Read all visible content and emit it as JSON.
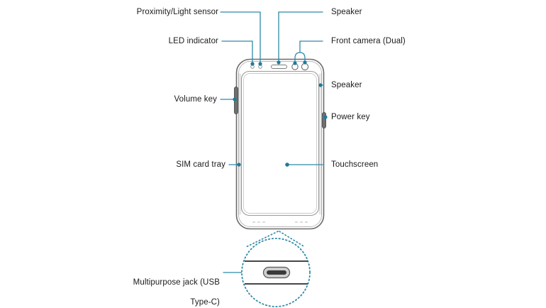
{
  "diagram": {
    "title": "Samsung Galaxy front view device layout diagram",
    "device": "smartphone-front-view",
    "colors": {
      "callout_line": "#2e8aa8",
      "callout_dot": "#1f7a9c",
      "label_text": "#1b1b1b",
      "device_outline": "#6b6b6b",
      "device_inner_frame": "#9a9a9a",
      "screen_fill": "#ffffff",
      "key_fill": "#6f6f6f",
      "port_fill": "#3a3a3a",
      "magnifier_dots": "#2e8aa8",
      "background": "#ffffff"
    },
    "labels": {
      "proximity_light_sensor": "Proximity/Light sensor",
      "led_indicator": "LED indicator",
      "speaker_top": "Speaker",
      "front_camera": "Front camera (Dual)",
      "volume_key": "Volume key",
      "speaker_right": "Speaker",
      "power_key": "Power key",
      "sim_card_tray": "SIM card tray",
      "touchscreen": "Touchscreen",
      "multipurpose_jack_line1": "Multipurpose jack (USB",
      "multipurpose_jack_line2": "Type-C)"
    },
    "components": [
      {
        "name": "proximity-light-sensor",
        "label": "Proximity/Light sensor",
        "side": "left"
      },
      {
        "name": "led-indicator",
        "label": "LED indicator",
        "side": "left"
      },
      {
        "name": "speaker-top",
        "label": "Speaker",
        "side": "right"
      },
      {
        "name": "front-camera-dual",
        "label": "Front camera (Dual)",
        "side": "right"
      },
      {
        "name": "volume-key",
        "label": "Volume key",
        "side": "left"
      },
      {
        "name": "speaker-right",
        "label": "Speaker",
        "side": "right"
      },
      {
        "name": "power-key",
        "label": "Power key",
        "side": "right"
      },
      {
        "name": "sim-card-tray",
        "label": "SIM card tray",
        "side": "left"
      },
      {
        "name": "touchscreen",
        "label": "Touchscreen",
        "side": "right"
      },
      {
        "name": "multipurpose-jack",
        "label": "Multipurpose jack (USB Type-C)",
        "side": "left"
      }
    ]
  }
}
